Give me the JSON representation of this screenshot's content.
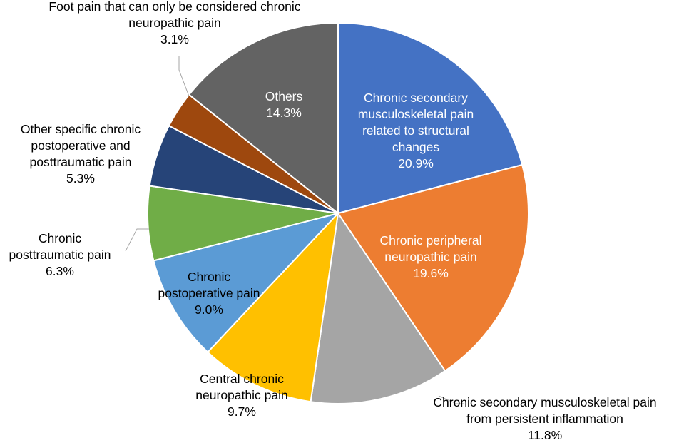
{
  "chart_data": {
    "type": "pie",
    "title": "",
    "slices": [
      {
        "label": "Chronic secondary musculoskeletal pain related to structural changes",
        "value": 20.9,
        "display": "20.9%",
        "color": "#4472C4",
        "label_lines": [
          "Chronic secondary",
          "musculoskeletal pain",
          "related to structural",
          "changes"
        ],
        "label_position": "inside"
      },
      {
        "label": "Chronic peripheral neuropathic pain",
        "value": 19.6,
        "display": "19.6%",
        "color": "#ED7D31",
        "label_lines": [
          "Chronic peripheral",
          "neuropathic pain"
        ],
        "label_position": "inside"
      },
      {
        "label": "Chronic secondary musculoskeletal pain from persistent inflammation",
        "value": 11.8,
        "display": "11.8%",
        "color": "#A5A5A5",
        "label_lines": [
          "Chronic secondary musculoskeletal pain",
          "from persistent inflammation"
        ],
        "label_position": "outside"
      },
      {
        "label": "Central chronic neuropathic pain",
        "value": 9.7,
        "display": "9.7%",
        "color": "#FFC000",
        "label_lines": [
          "Central chronic",
          "neuropathic pain"
        ],
        "label_position": "outside"
      },
      {
        "label": "Chronic postoperative pain",
        "value": 9.0,
        "display": "9.0%",
        "color": "#5B9BD5",
        "label_lines": [
          "Chronic",
          "postoperative pain"
        ],
        "label_position": "inside-dark"
      },
      {
        "label": "Chronic posttraumatic pain",
        "value": 6.3,
        "display": "6.3%",
        "color": "#70AD47",
        "label_lines": [
          "Chronic",
          "posttraumatic pain"
        ],
        "label_position": "outside"
      },
      {
        "label": "Other specific chronic postoperative and posttraumatic pain",
        "value": 5.3,
        "display": "5.3%",
        "color": "#264478",
        "label_lines": [
          "Other specific chronic",
          "postoperative and",
          "posttraumatic pain"
        ],
        "label_position": "outside"
      },
      {
        "label": "Foot pain that can only be considered chronic neuropathic pain",
        "value": 3.1,
        "display": "3.1%",
        "color": "#9E480E",
        "label_lines": [
          "Foot pain that can only be considered chronic",
          "neuropathic pain"
        ],
        "label_position": "outside"
      },
      {
        "label": "Others",
        "value": 14.3,
        "display": "14.3%",
        "color": "#636363",
        "label_lines": [
          "Others"
        ],
        "label_position": "inside"
      }
    ],
    "start_angle_deg": 0,
    "direction": "clockwise",
    "legend": "none"
  }
}
